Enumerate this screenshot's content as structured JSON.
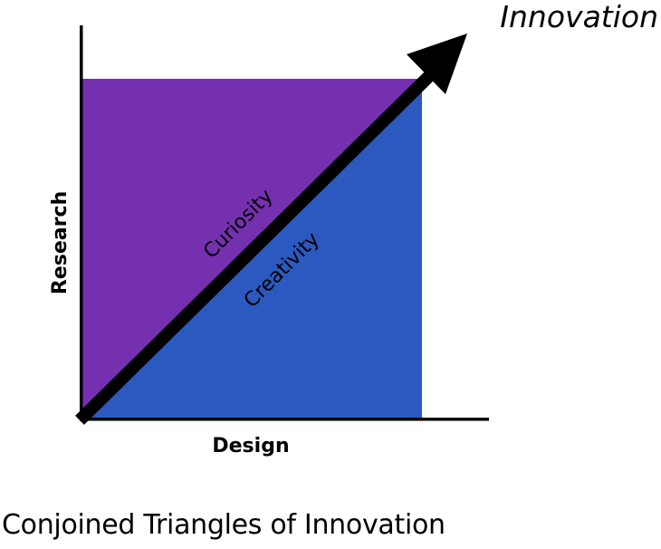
{
  "diagram": {
    "title": "Conjoined Triangles of Innovation",
    "axes": {
      "x_label": "Design",
      "y_label": "Research"
    },
    "arrow_label": "Innovation",
    "regions": [
      {
        "name": "upper-triangle",
        "label": "Curiosity",
        "color": "#7530AF"
      },
      {
        "name": "lower-triangle",
        "label": "Creativity",
        "color": "#2B59BF"
      }
    ],
    "colors": {
      "axis": "#000000",
      "arrow": "#000000",
      "background": "#FFFFFF"
    }
  }
}
